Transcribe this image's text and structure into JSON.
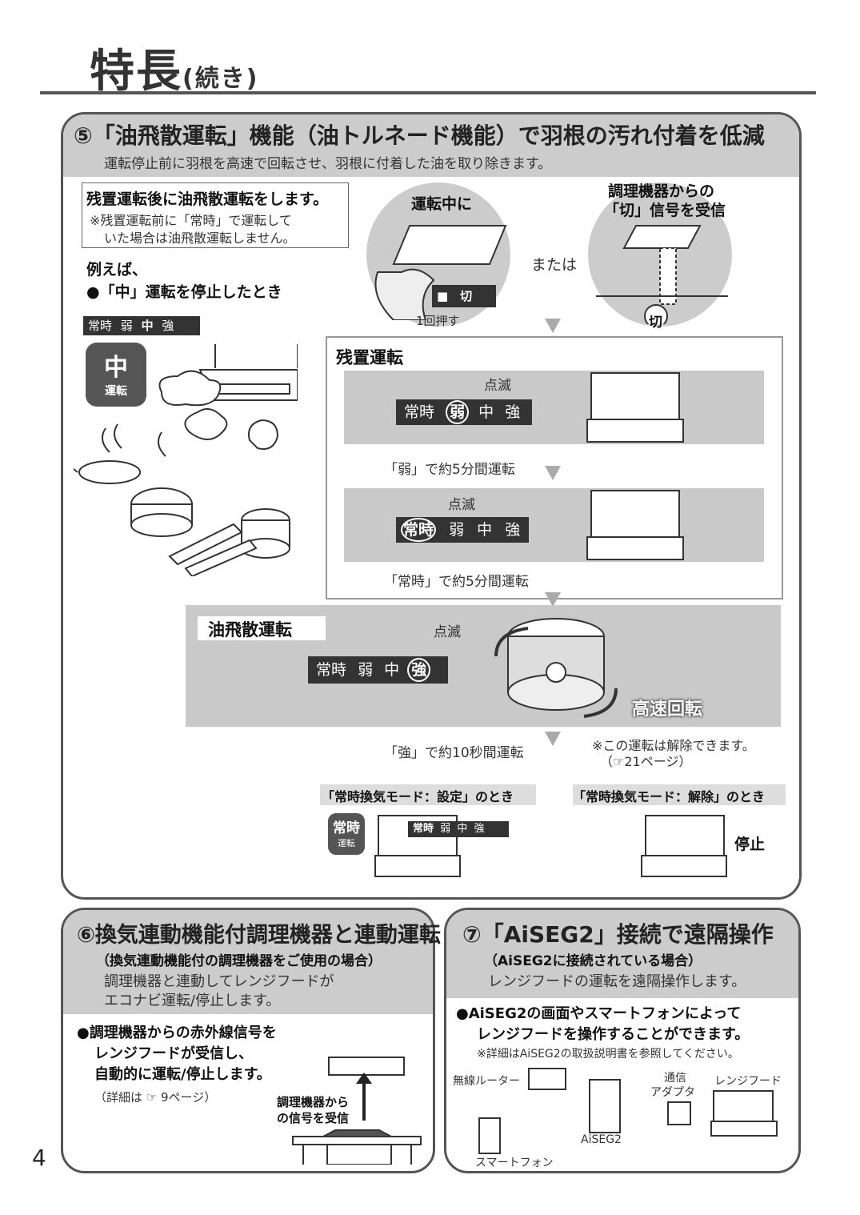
{
  "header": {
    "title": "特長",
    "title_suffix": "(続き)"
  },
  "page_number": "4",
  "section5": {
    "title": "⑤「油飛散運転」機能（油トルネード機能）で羽根の汚れ付着を低減",
    "subtitle": "運転停止前に羽根を高速で回転させ、羽根に付着した油を取り除きます。",
    "box_title": "残置運転後に油飛散運転をします。",
    "box_note_1": "※残置運転前に「常時」で運転して",
    "box_note_2": "いた場合は油飛散運転しません。",
    "example": "例えば、",
    "example_bullet": "●「中」運転を停止したとき",
    "indicator": {
      "constant": "常時",
      "weak": "弱",
      "mid": "中",
      "strong": "強"
    },
    "mid_badge": {
      "big": "中",
      "small": "運転"
    },
    "circle1_label": "運転中に",
    "off_button": "■　切",
    "press_once": "1回押す",
    "or": "または",
    "circle2_label_1": "調理機器からの",
    "circle2_label_2": "「切」信号を受信",
    "off_mark": "切",
    "residual_title": "残置運転",
    "blink": "点滅",
    "weak_note": "「弱」で約5分間運転",
    "constant_note": "「常時」で約5分間運転",
    "oil_title": "油飛散運転",
    "high_speed": "高速回転",
    "strong_note": "「強」で約10秒間運転",
    "cancel_note_1": "※この運転は解除できます。",
    "cancel_note_2": "（☞21ページ）",
    "mode_set": "「常時換気モード：設定」のとき",
    "mode_release": "「常時換気モード：解除」のとき",
    "constant_badge": {
      "big": "常時",
      "small": "運転"
    },
    "stop": "停止"
  },
  "section6": {
    "title": "⑥換気連動機能付調理機器と連動運転",
    "subtitle": "（換気連動機能付の調理機器をご使用の場合）",
    "desc_1": "調理機器と連動してレンジフードが",
    "desc_2": "エコナビ運転/停止します。",
    "bullet_1": "●調理機器からの赤外線信号を",
    "bullet_2": "レンジフードが受信し、",
    "bullet_3": "自動的に運転/停止します。",
    "ref": "（詳細は ☞ 9ページ）",
    "signal_1": "調理機器から",
    "signal_2": "の信号を受信"
  },
  "section7": {
    "title": "⑦「AiSEG2」接続で遠隔操作",
    "subtitle": "（AiSEG2に接続されている場合）",
    "desc": "レンジフードの運転を遠隔操作します。",
    "bullet_1": "●AiSEG2の画面やスマートフォンによって",
    "bullet_2": "レンジフードを操作することができます。",
    "note": "※詳細はAiSEG2の取扱説明書を参照してください。",
    "router": "無線ルーター",
    "adapter_1": "通信",
    "adapter_2": "アダプタ",
    "hood": "レンジフード",
    "aiseg": "AiSEG2",
    "phone": "スマートフォン"
  }
}
